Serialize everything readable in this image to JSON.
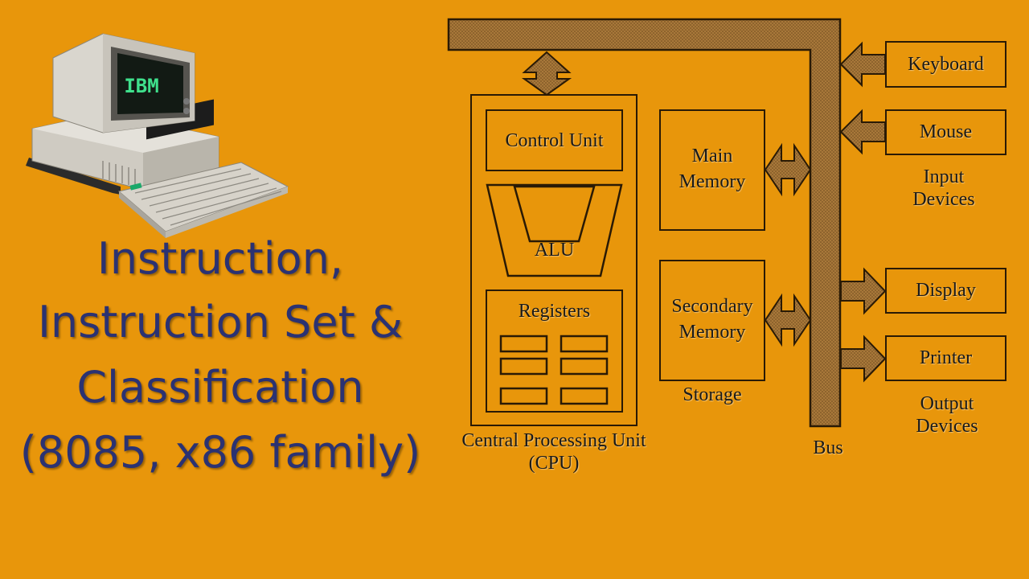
{
  "title": {
    "line1": "Instruction,",
    "line2": "Instruction Set &",
    "line3": "Classification",
    "line4": "(8085, x86 family)"
  },
  "computer": {
    "screen_text": "IBM",
    "icon": "ibm-pc-icon"
  },
  "cpu": {
    "control_unit": "Control Unit",
    "alu": "ALU",
    "registers": "Registers",
    "label_line1": "Central Processing Unit",
    "label_line2": "(CPU)"
  },
  "memory": {
    "main_line1": "Main",
    "main_line2": "Memory",
    "secondary_line1": "Secondary",
    "secondary_line2": "Memory",
    "storage": "Storage"
  },
  "bus": {
    "label": "Bus"
  },
  "input": {
    "keyboard": "Keyboard",
    "mouse": "Mouse",
    "label_line1": "Input",
    "label_line2": "Devices"
  },
  "output": {
    "display": "Display",
    "printer": "Printer",
    "label_line1": "Output",
    "label_line2": "Devices"
  },
  "colors": {
    "background": "#e8960b",
    "title": "#2b3272",
    "bus_fill": "#a8783a",
    "outline": "#2a1a05"
  }
}
